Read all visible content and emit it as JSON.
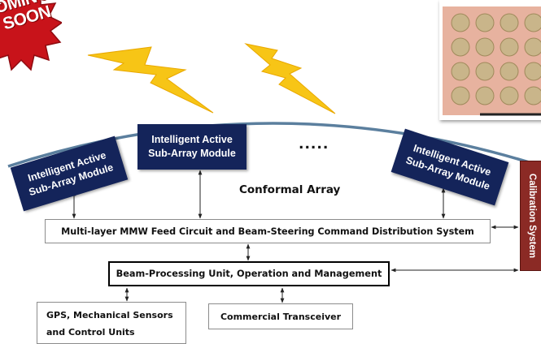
{
  "badge": {
    "text": "OMING\nSOON",
    "color": "#c8131a"
  },
  "modules": [
    {
      "label": "Intelligent Active\nSub-Array Module"
    },
    {
      "label": "Intelligent Active\nSub-Array Module"
    },
    {
      "label": "Intelligent Active\nSub-Array Module"
    }
  ],
  "ellipsis": ".....",
  "array_label": "Conformal Array",
  "feed_system": "Multi-layer MMW Feed Circuit and Beam-Steering Command Distribution System",
  "beam_unit": "Beam-Processing Unit, Operation and Management",
  "sensors": "GPS, Mechanical Sensors\nand Control Units",
  "transceiver": "Commercial Transceiver",
  "calibration": "Calibration System",
  "colors": {
    "module_fill": "#14245a",
    "arc": "#5b7f9e",
    "lightning": "#f7c516",
    "calibration_fill": "#8b2a25",
    "thumbnail_board": "#e7b29f"
  },
  "icons": [
    "lightning-bolt-icon",
    "lightning-bolt-icon",
    "antenna-array-thumbnail"
  ]
}
